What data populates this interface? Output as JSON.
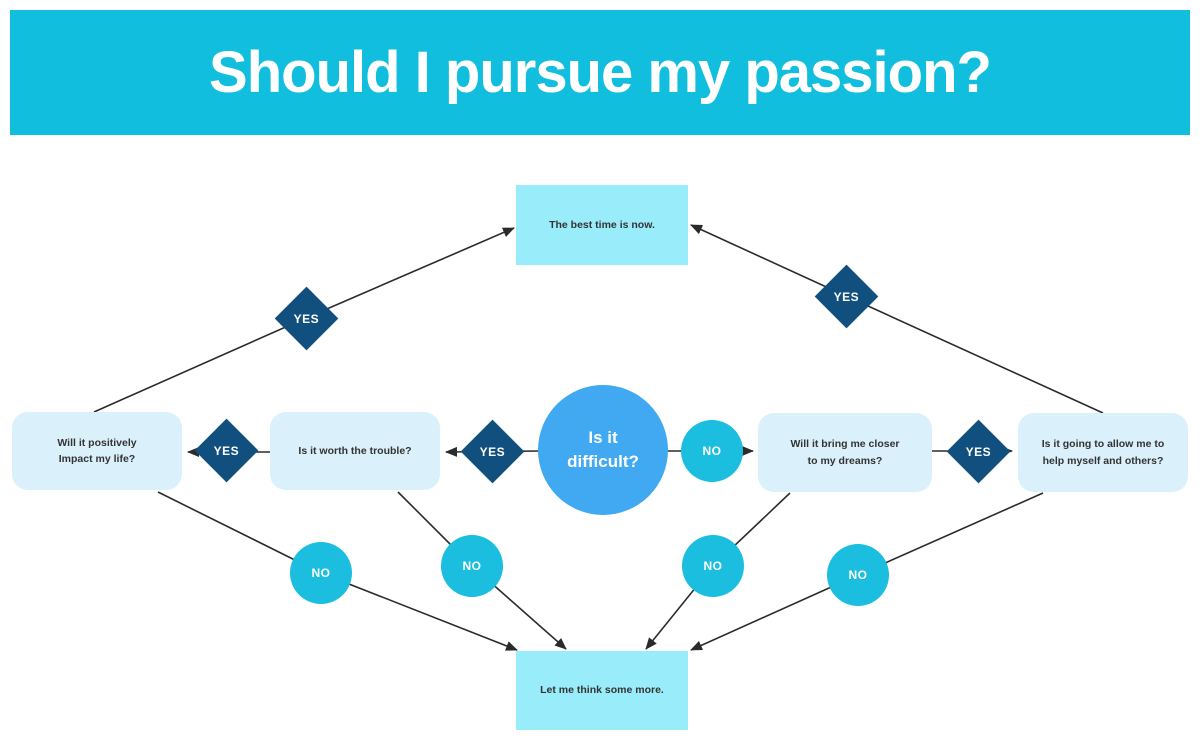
{
  "title": "Should I pursue my passion?",
  "labels": {
    "yes": "YES",
    "no": "NO"
  },
  "nodes": {
    "difficult": {
      "text": "Is it\ndifficult?"
    },
    "best_time": {
      "text": "The best time is now."
    },
    "think_more": {
      "text": "Let me think some more."
    },
    "impact": {
      "text": "Will it positively\nImpact my life?"
    },
    "trouble": {
      "text": "Is it worth the trouble?"
    },
    "dreams": {
      "text": "Will it bring me closer\nto my dreams?"
    },
    "help": {
      "text": "Is it going to allow me to\nhelp myself and others?"
    }
  },
  "colors": {
    "banner": "#12bedd",
    "outcome_box": "#99ecfa",
    "question_box": "#daf0fa",
    "center_circle": "#41a9f1",
    "decision_diamond": "#11507e",
    "no_circle": "#1bbede",
    "connector_line": "#2b2b2b",
    "title_text": "#ffffff",
    "node_text": "#333333"
  }
}
